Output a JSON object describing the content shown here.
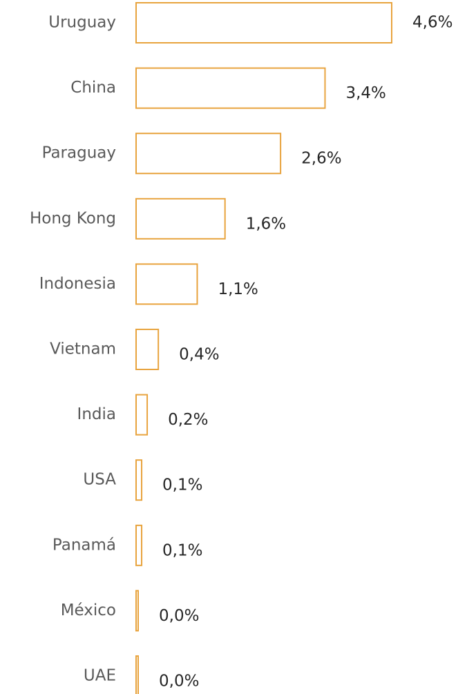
{
  "chart_data": {
    "type": "bar",
    "orientation": "horizontal",
    "title": "",
    "xlabel": "",
    "ylabel": "",
    "categories": [
      "Uruguay",
      "China",
      "Paraguay",
      "Hong Kong",
      "Indonesia",
      "Vietnam",
      "India",
      "USA",
      "Panamá",
      "México",
      "UAE"
    ],
    "values": [
      4.6,
      3.4,
      2.6,
      1.6,
      1.1,
      0.4,
      0.2,
      0.1,
      0.1,
      0.0,
      0.0
    ],
    "value_labels": [
      "4,6%",
      "3,4%",
      "2,6%",
      "1,6%",
      "1,1%",
      "0,4%",
      "0,2%",
      "0,1%",
      "0,1%",
      "0,0%",
      "0,0%"
    ],
    "unit": "%",
    "xlim": [
      0,
      4.6
    ],
    "grid": false,
    "legend": "none",
    "colors": {
      "bar_outline": "#E8A33D",
      "bar_fill": "#FFFFFF",
      "category_text": "#595959",
      "value_text": "#262626"
    }
  }
}
